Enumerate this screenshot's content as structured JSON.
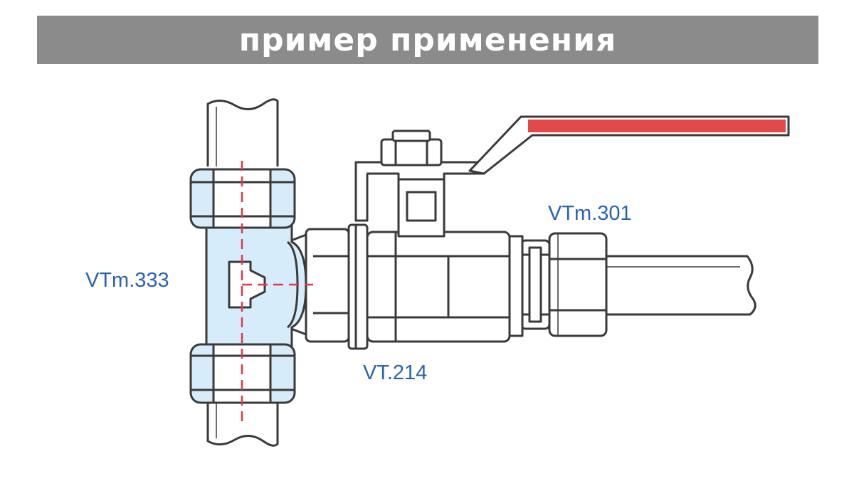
{
  "header": {
    "title": "пример применения"
  },
  "labels": {
    "tee": "VTm.333",
    "valve": "VT.214",
    "fitting": "VTm.301"
  },
  "colors": {
    "banner": "#8b8b8b",
    "label_blue": "#2a62b3",
    "nut_fill": "#d6ecfa",
    "centerline": "#e0394a",
    "handle_red": "#e24a4a",
    "outline": "#3a3a3a"
  }
}
